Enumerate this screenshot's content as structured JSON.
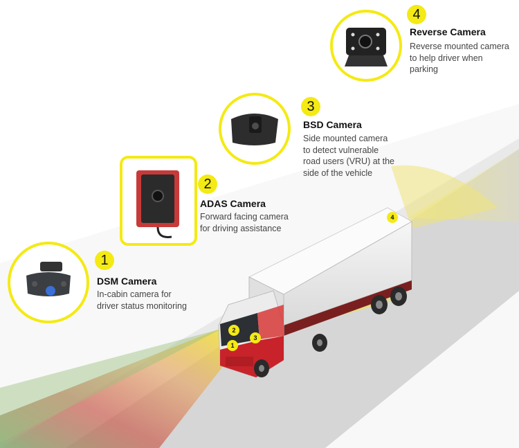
{
  "cameras": [
    {
      "number": "1",
      "title": "DSM Camera",
      "desc": [
        "In-cabin camera for",
        "driver status monitoring"
      ]
    },
    {
      "number": "2",
      "title": "ADAS Camera",
      "desc": [
        "Forward facing camera",
        "for driving assistance"
      ]
    },
    {
      "number": "3",
      "title": "BSD Camera",
      "desc": [
        "Side mounted camera",
        "to detect vulnerable",
        "road users (VRU) at the",
        "side of the vehicle"
      ]
    },
    {
      "number": "4",
      "title": "Reverse Camera",
      "desc": [
        "Reverse mounted camera",
        "to help driver when",
        "parking"
      ]
    }
  ],
  "markers": [
    "1",
    "2",
    "3",
    "4"
  ],
  "colors": {
    "accent": "#f4ea14",
    "truck_red": "#c8232a",
    "road": "#d9d9d9"
  }
}
